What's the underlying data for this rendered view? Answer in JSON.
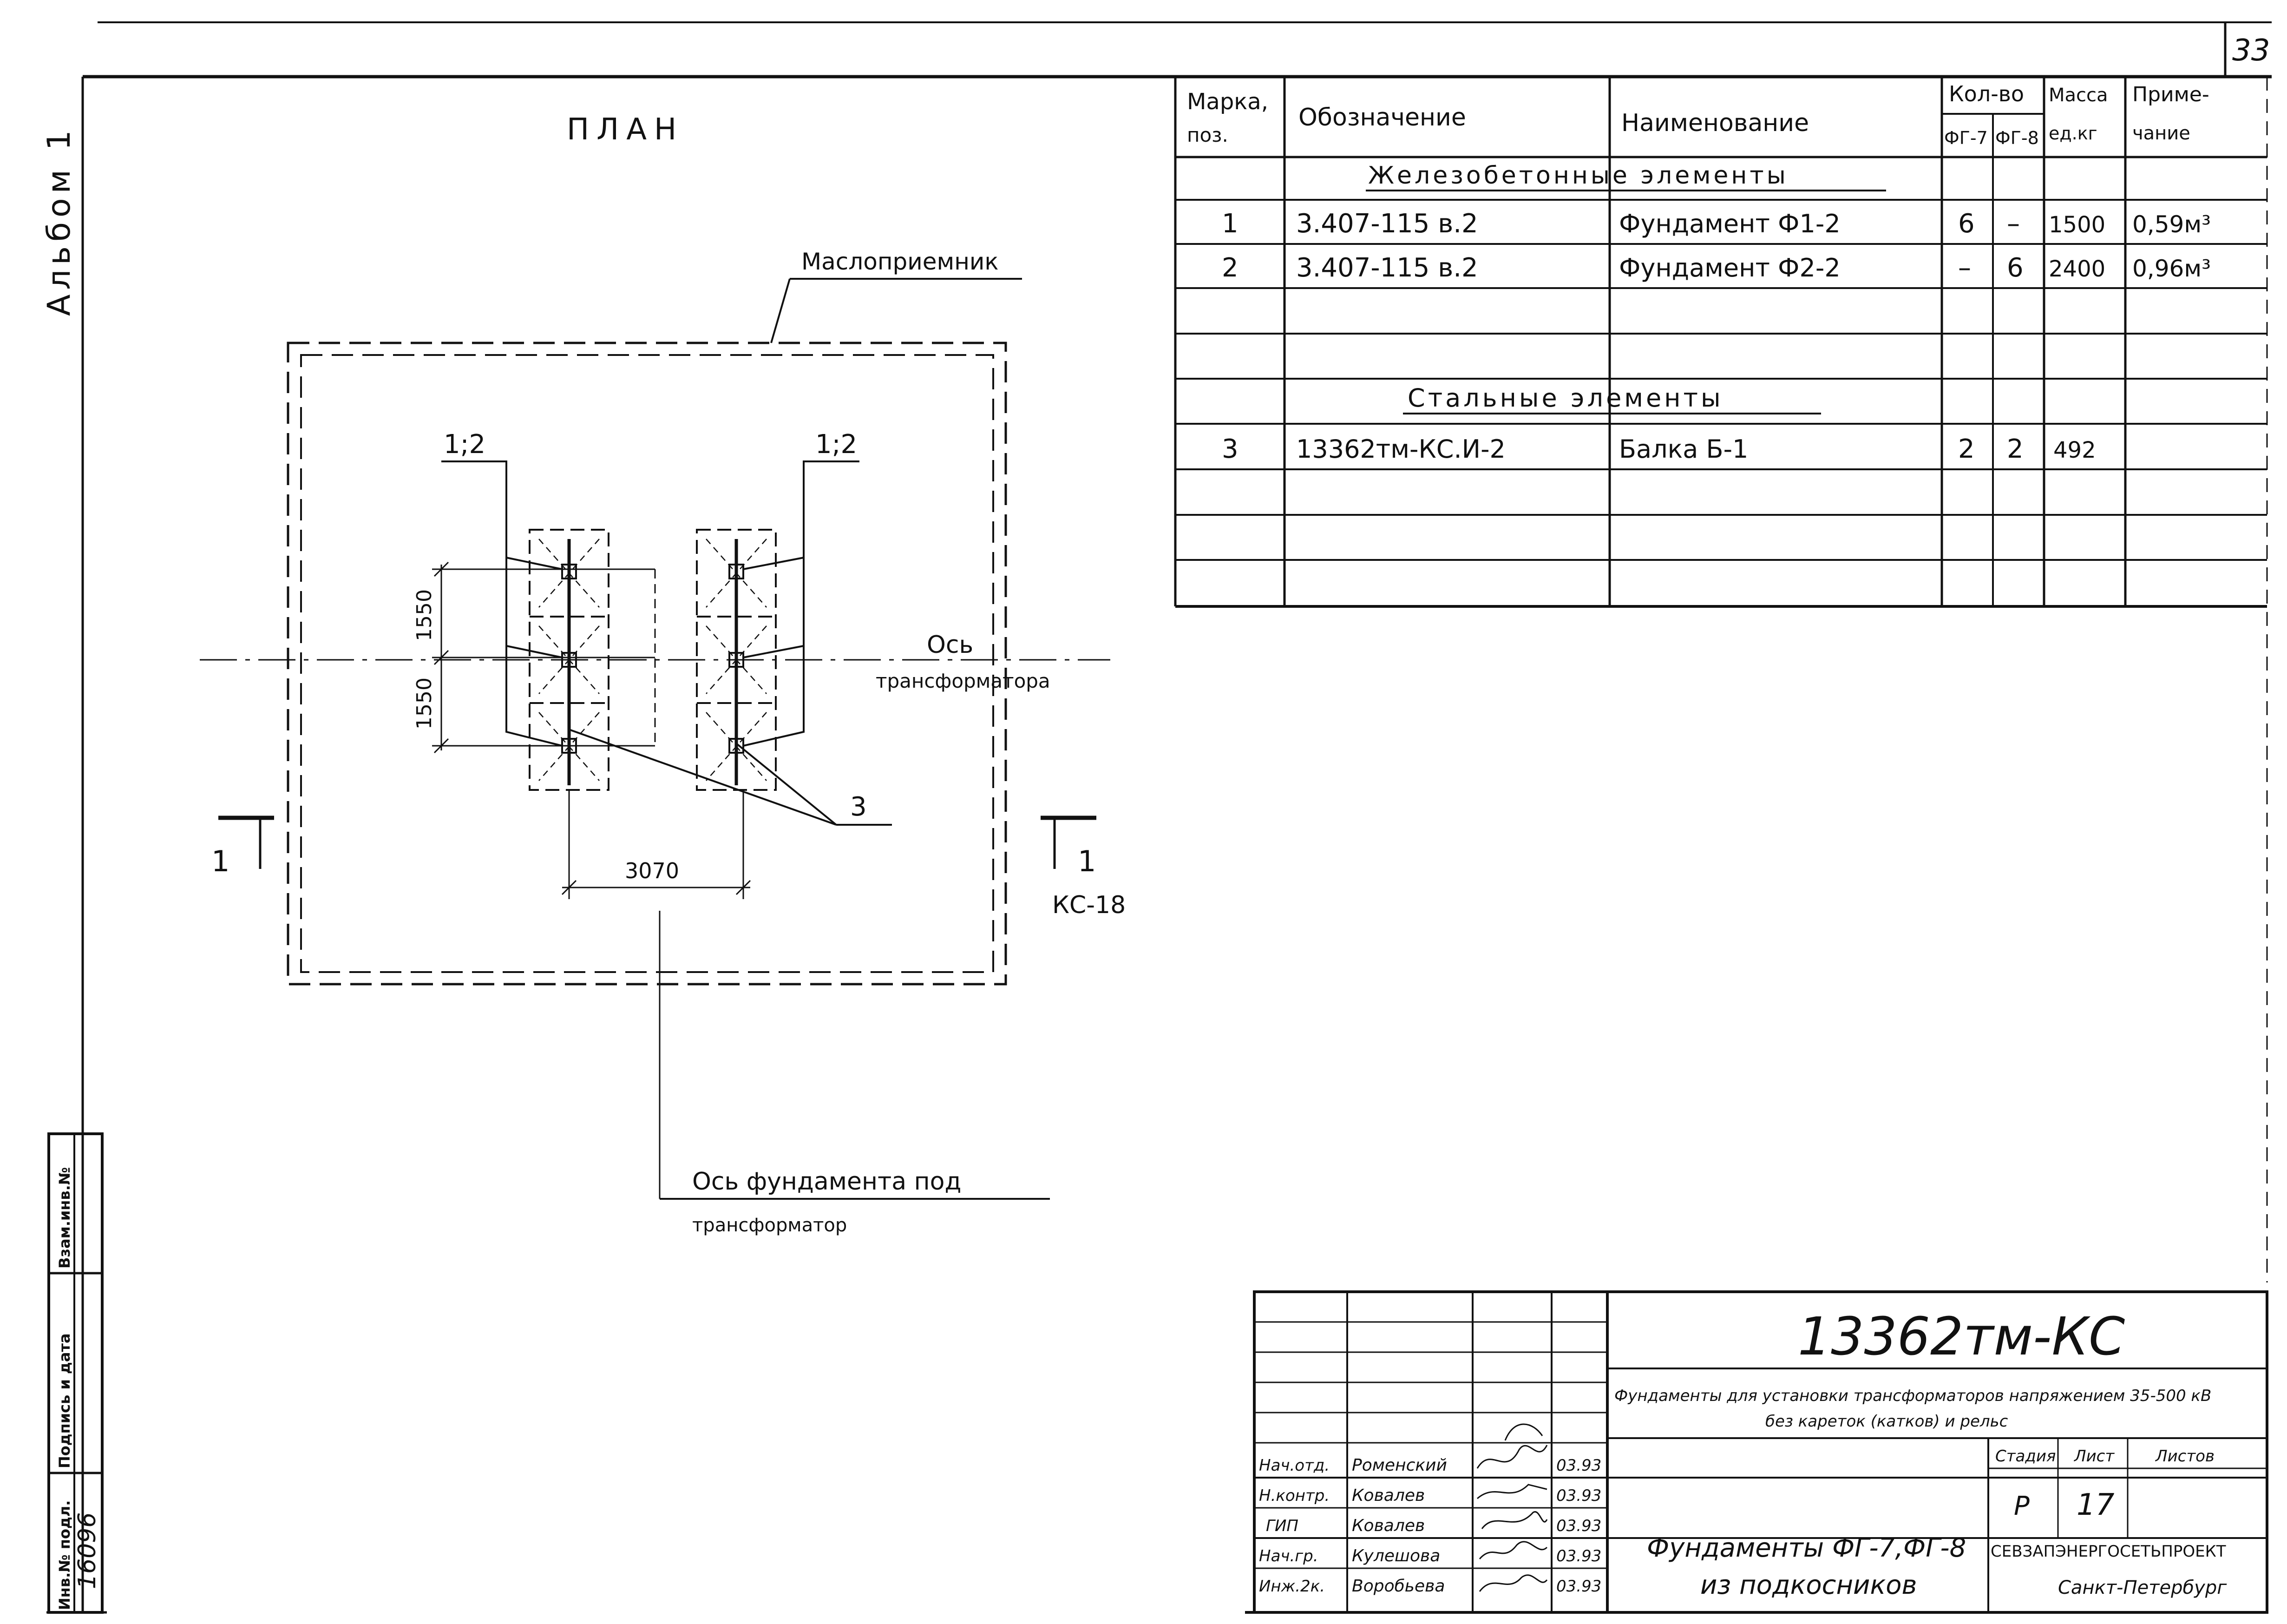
{
  "sheet": {
    "page_number": "33",
    "album_label": "Альбом 1"
  },
  "plan": {
    "title": "ПЛАН",
    "oil_receiver_label": "Маслоприемник",
    "mark_left": "1;2",
    "mark_right": "1;2",
    "dim_upper": "1550",
    "dim_lower": "1550",
    "dim_span": "3070",
    "axis_transformer_line1": "Ось",
    "axis_transformer_line2": "трансформатора",
    "beam_mark": "3",
    "section_left": "1",
    "section_right": "1",
    "ref_sheet": "КС-18",
    "foundation_axis_line1": "Ось фундамента под",
    "foundation_axis_line2": "трансформатор"
  },
  "spec_table": {
    "headers": {
      "mark_line1": "Марка,",
      "mark_line2": "поз.",
      "designation": "Обозначение",
      "name": "Наименование",
      "qty": "Кол-во",
      "qty_fg7": "ФГ-7",
      "qty_fg8": "ФГ-8",
      "mass_line1": "Масса",
      "mass_line2": "ед.кг",
      "note_line1": "Приме-",
      "note_line2": "чание"
    },
    "section_concrete": "Железобетонные элементы",
    "section_steel": "Стальные элементы",
    "rows": [
      {
        "mark": "1",
        "designation": "3.407-115 в.2",
        "name": "Фундамент Ф1-2",
        "fg7": "6",
        "fg8": "–",
        "mass": "1500",
        "note": "0,59м³"
      },
      {
        "mark": "2",
        "designation": "3.407-115 в.2",
        "name": "Фундамент Ф2-2",
        "fg7": "–",
        "fg8": "6",
        "mass": "2400",
        "note": "0,96м³"
      },
      {
        "mark": "3",
        "designation": "13362тм-КС.И-2",
        "name": "Балка Б-1",
        "fg7": "2",
        "fg8": "2",
        "mass": "492",
        "note": ""
      }
    ]
  },
  "title_block": {
    "doc_code": "13362тм-КС",
    "project_line1": "Фундаменты для установки трансформаторов напряжением 35-500 кВ",
    "project_line2": "без кареток (катков) и рельс",
    "sheet_title_line1": "Фундаменты ФГ-7,ФГ-8",
    "sheet_title_line2": "из подкосников",
    "stage_label": "Стадия",
    "sheet_label": "Лист",
    "sheets_label": "Листов",
    "stage": "Р",
    "sheet_no": "17",
    "org_line1": "СЕВЗАПЭНЕРГОСЕТЬПРОЕКТ",
    "org_line2": "Санкт-Петербург",
    "staff": [
      {
        "role": "Нач.отд.",
        "name": "Роменский",
        "date": "03.93"
      },
      {
        "role": "Н.контр.",
        "name": "Ковалев",
        "date": "03.93"
      },
      {
        "role": "ГИП",
        "name": "Ковалев",
        "date": "03.93"
      },
      {
        "role": "Нач.гр.",
        "name": "Кулешова",
        "date": "03.93"
      },
      {
        "role": "Инж.2к.",
        "name": "Воробьева",
        "date": "03.93"
      }
    ]
  },
  "side_stamp": {
    "inv_label": "Инв.№ подл.",
    "sign_label": "Подпись и дата",
    "replace_label": "Взам.инв.№",
    "inv_value": "16096"
  }
}
